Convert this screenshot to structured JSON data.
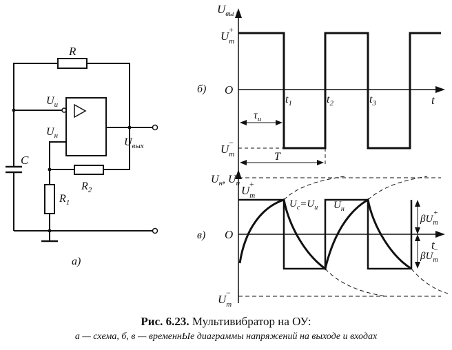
{
  "circuit": {
    "R": "R",
    "R1": "R",
    "R1_sub": "1",
    "R2": "R",
    "R2_sub": "2",
    "C": "C",
    "Ui": "U",
    "Ui_sub": "и",
    "Un": "U",
    "Un_sub": "н",
    "Uout": "U",
    "Uout_sub": "вых",
    "label": "а)"
  },
  "graph_b": {
    "label": "б)",
    "y_axis": "U",
    "y_axis_sub": "вы х",
    "Um_plus": "U",
    "m": "m",
    "plus": "+",
    "minus": "−",
    "origin": "O",
    "t": "t",
    "t1": "t",
    "t1_sub": "1",
    "t2": "t",
    "t2_sub": "2",
    "t3": "t",
    "t3_sub": "3",
    "tau": "τ",
    "tau_sub": "и",
    "T": "T"
  },
  "graph_c": {
    "label": "в)",
    "y_axis": "U",
    "y_axis_sub1": "н",
    "comma": ", U",
    "y_axis_sub2": "и",
    "Uc_eq": "U",
    "Uc_sub": "с",
    "eq": "=U",
    "Uc_sub2": "и",
    "Un_curve": "U",
    "Un_curve_sub": "н",
    "origin": "O",
    "t": "t",
    "beta": "β"
  },
  "caption": {
    "title_bold": "Рис. 6.23.",
    "title_rest": " Мультивибратор на ОУ:",
    "subtitle": "а — схема, б, в — временнЫе диаграммы напряжений на выходе и входах"
  }
}
